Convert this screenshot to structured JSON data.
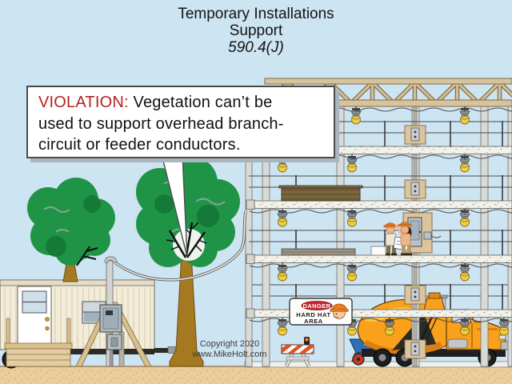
{
  "slide": {
    "title_line1": "Temporary Installations",
    "title_line2": "Support",
    "title_line3": "590.4(J)"
  },
  "callout": {
    "label": "VIOLATION:",
    "line1_rest": " Vegetation can’t be",
    "line2": "used to support overhead branch-",
    "line3": "circuit or feeder conductors."
  },
  "copyright": {
    "line1": "Copyright 2020",
    "line2": "www.MikeHolt.com"
  },
  "danger_sign": {
    "header": "DANGER",
    "line1": "HARD HAT",
    "line2": "AREA"
  },
  "colors": {
    "sky": "#cde4f3",
    "ground": "#e9cd9c",
    "tree_green": "#1f9447",
    "tree_green_dark": "#157a38",
    "trunk_brown": "#a5791f",
    "truss_tan": "#d8c49c",
    "slab_white": "#f2f1ea",
    "truck_orange": "#f9a11b",
    "wheelbarrow_blue": "#2f6fb5",
    "hard_hat_orange": "#e87c1f",
    "violation_red": "#b5221f",
    "callout_bg": "#ffffff",
    "callout_border": "#4a4a4a"
  }
}
